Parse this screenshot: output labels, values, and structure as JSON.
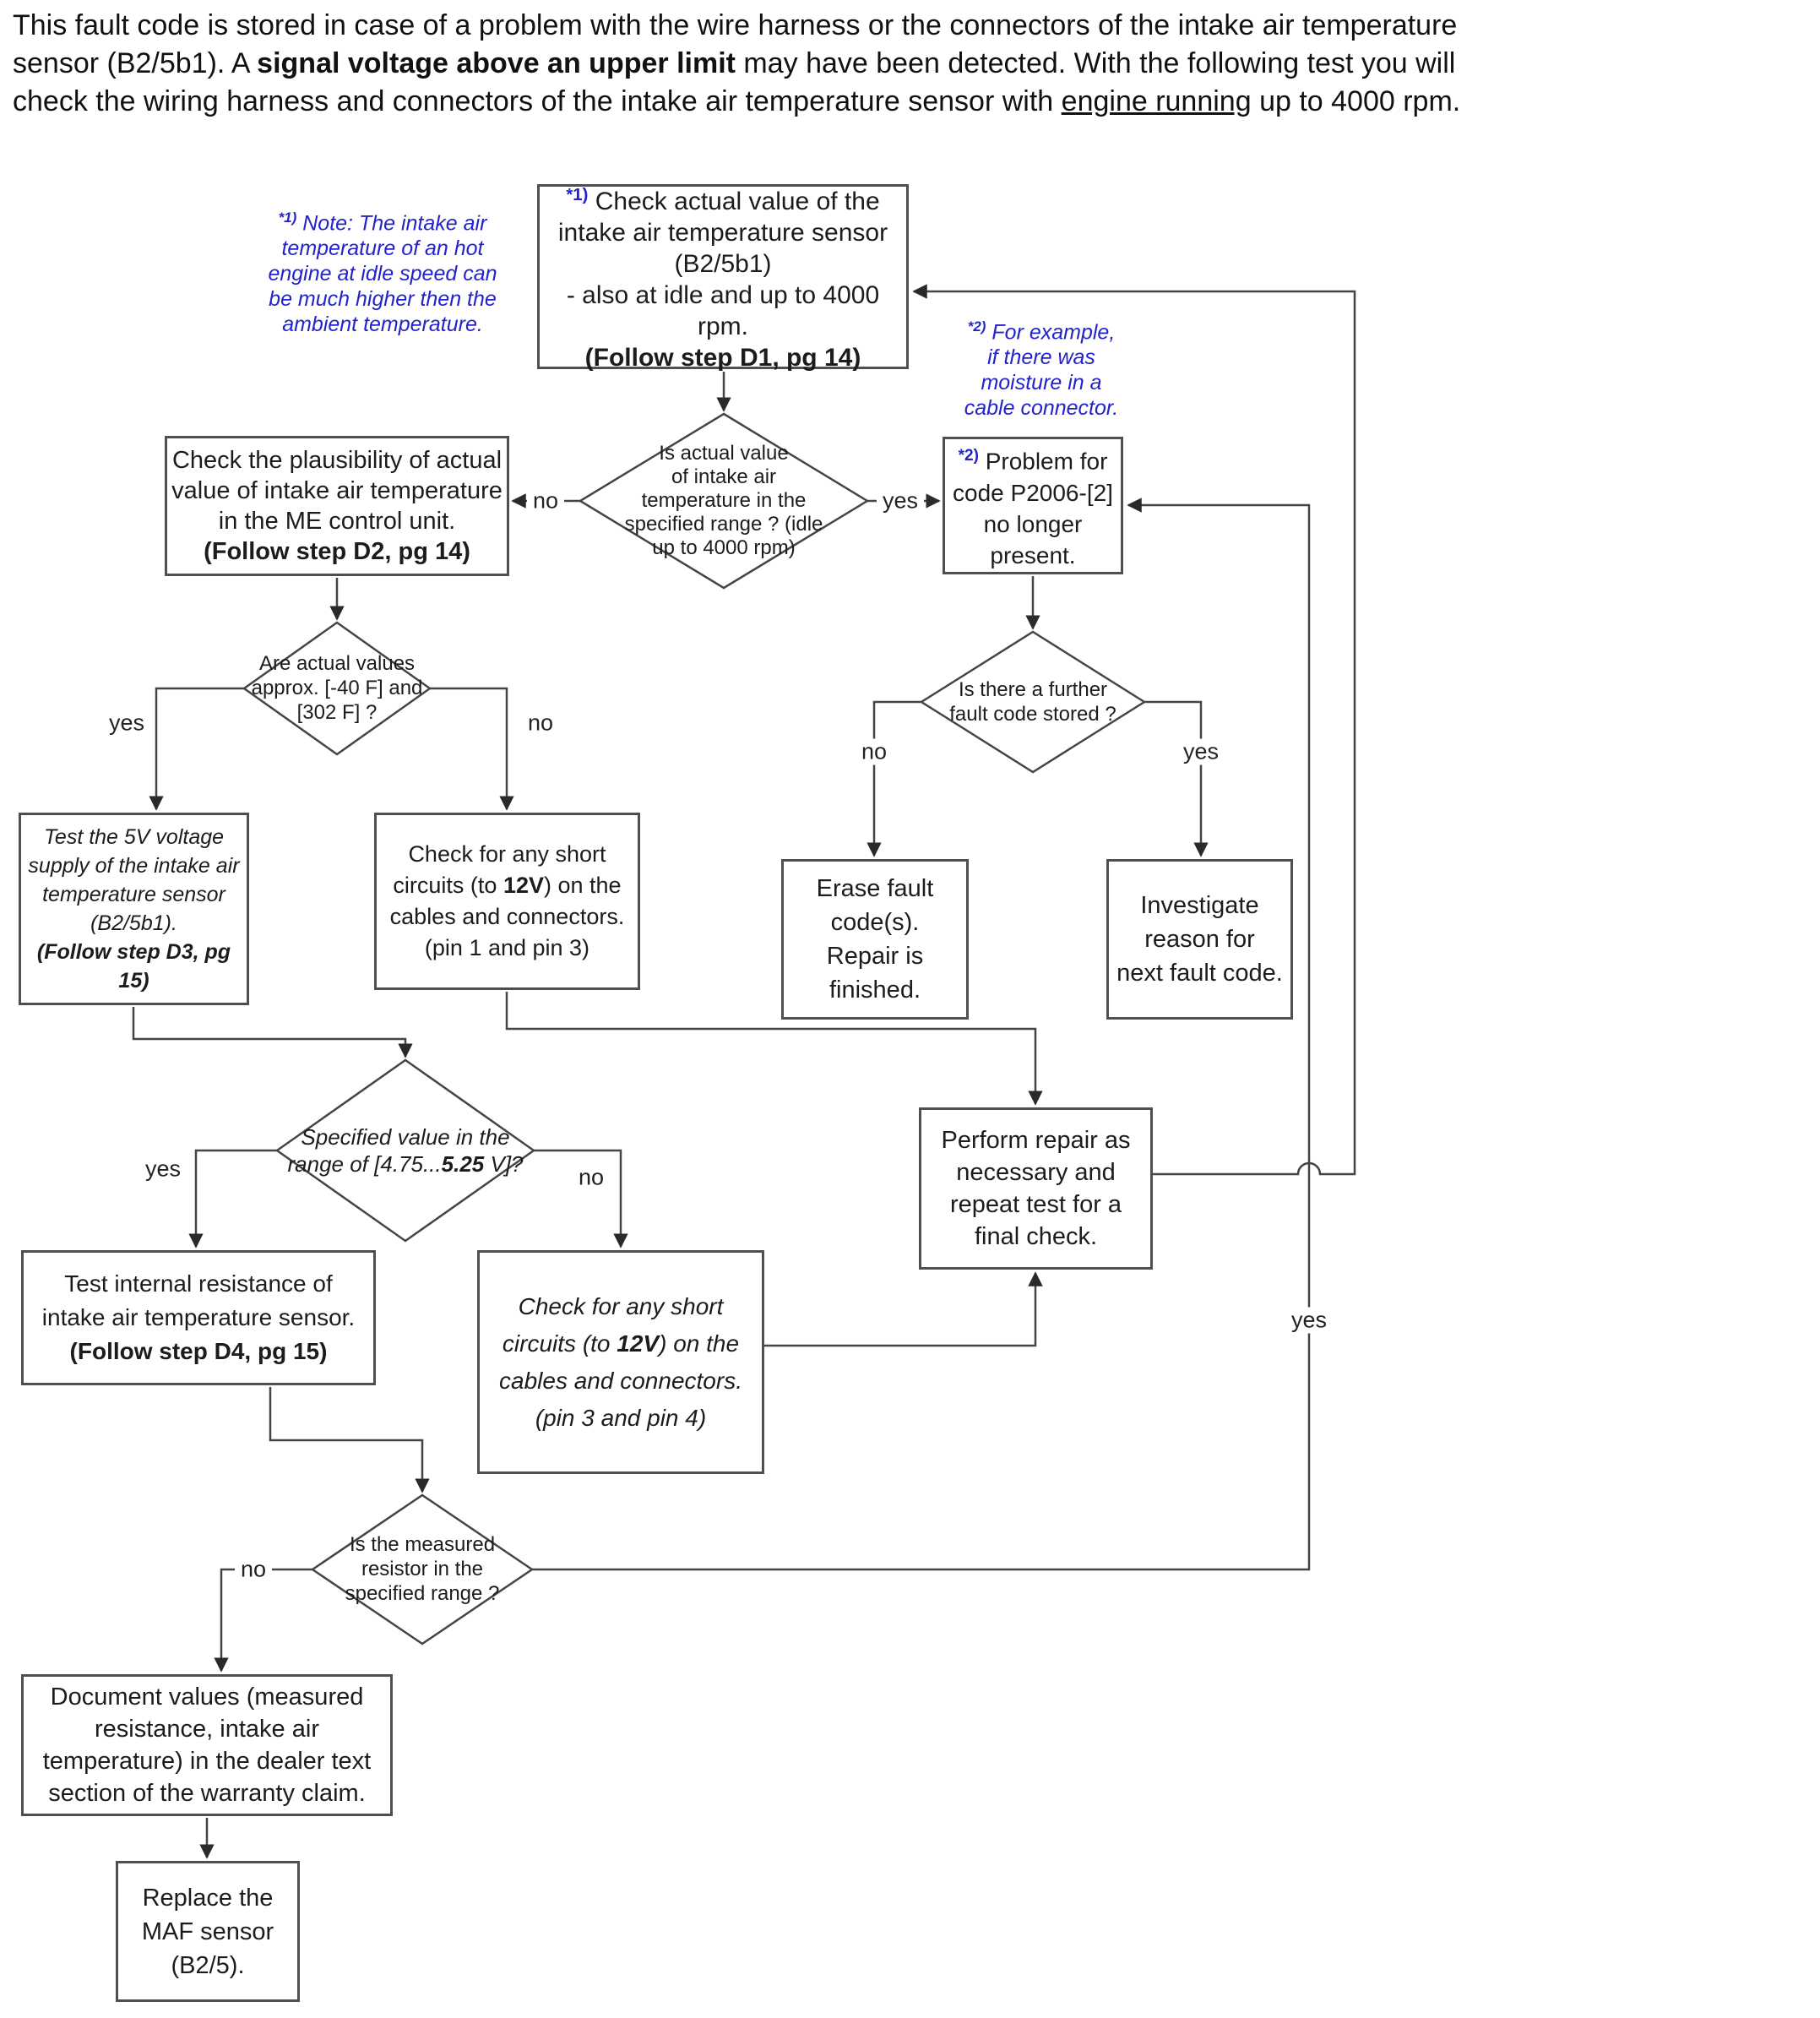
{
  "paragraph": {
    "l1": "This fault code is stored in case of a problem with the wire harness or the connectors of the intake air temperature",
    "l2_pre": "sensor (B2/5b1). A ",
    "l2_bold": "signal voltage above an upper limit",
    "l2_post": " may have been detected. With the following test you will",
    "l3_pre": "check the wiring harness and connectors of the intake air temperature sensor with ",
    "l3_underline": "engine running",
    "l3_post": " up to 4000 rpm."
  },
  "notes": {
    "note1": {
      "marker": "*1)",
      "l1": "Note: The intake air",
      "l2": "temperature of an hot",
      "l3": "engine at idle speed can",
      "l4": "be much higher then the",
      "l5": "ambient temperature."
    },
    "note2": {
      "marker": "*2)",
      "l1": "For example,",
      "l2": "if there was",
      "l3": "moisture in a",
      "l4": "cable connector."
    }
  },
  "nodes": {
    "check_actual": {
      "marker": "*1)",
      "l1": "Check actual value of the",
      "l2": "intake air temperature sensor",
      "l3": "(B2/5b1)",
      "l4": "- also at idle and up to 4000 rpm.",
      "l5": "(Follow step D1, pg 14)"
    },
    "range_q": {
      "l1": "Is actual value",
      "l2": "of intake air",
      "l3": "temperature in the",
      "l4": "specified range ? (idle",
      "l5": "up to 4000 rpm)"
    },
    "plausibility": {
      "l1": "Check the plausibility of actual",
      "l2": "value of intake air temperature",
      "l3": "in the ME control unit.",
      "l4": "(Follow step D2, pg 14)"
    },
    "problem_gone": {
      "marker": "*2)",
      "l1": "Problem for",
      "l2": "code P2006-[2]",
      "l3": "no longer",
      "l4": "present."
    },
    "actual_values_q": {
      "l1": "Are actual values",
      "l2": "approx. [-40 F] and",
      "l3": "[302 F] ?"
    },
    "further_fault_q": {
      "l1": "Is there a further",
      "l2": "fault code stored ?"
    },
    "test_5v": {
      "l1": "Test the 5V voltage",
      "l2": "supply of the intake air",
      "l3": "temperature sensor",
      "l4": "(B2/5b1).",
      "l5": "(Follow step D3, pg",
      "l6": "15)"
    },
    "short_13": {
      "l1": "Check for any short",
      "l2a": "circuits (to ",
      "l2b": "12V",
      "l2c": ") on the",
      "l3": "cables and connectors.",
      "l4": "(pin 1 and pin 3)"
    },
    "erase": {
      "l1": "Erase fault",
      "l2": "code(s).",
      "l3": "Repair is",
      "l4": "finished."
    },
    "investigate": {
      "l1": "Investigate",
      "l2": "reason for",
      "l3": "next fault code."
    },
    "specified_value_q": {
      "l1": "Specified value in the",
      "l2a": "range of [4.75...",
      "l2b": "5.25",
      "l2c": " V]?"
    },
    "perform_repair": {
      "l1": "Perform repair as",
      "l2": "necessary and",
      "l3": "repeat test  for a",
      "l4": "final check."
    },
    "test_internal": {
      "l1": "Test internal resistance of",
      "l2": "intake air temperature sensor.",
      "l3": "(Follow step D4, pg 15)"
    },
    "short_34": {
      "l1": "Check for any short",
      "l2a": "circuits (to ",
      "l2b": "12V",
      "l2c": ") on the",
      "l3": "cables and connectors.",
      "l4": "(pin 3 and pin 4)"
    },
    "measured_q": {
      "l1": "Is the measured",
      "l2": "resistor in the",
      "l3": "specified range ?"
    },
    "document": {
      "l1": "Document values (measured",
      "l2": "resistance, intake air",
      "l3": "temperature) in the dealer text",
      "l4": "section of the warranty claim."
    },
    "replace": {
      "l1": "Replace the",
      "l2": "MAF sensor",
      "l3": "(B2/5)."
    }
  },
  "labels": {
    "yes": "yes",
    "no": "no"
  },
  "colors": {
    "note_blue": "#2323cc",
    "line": "#454545",
    "border": "#4f4f4f",
    "text": "#1c1c1c"
  }
}
